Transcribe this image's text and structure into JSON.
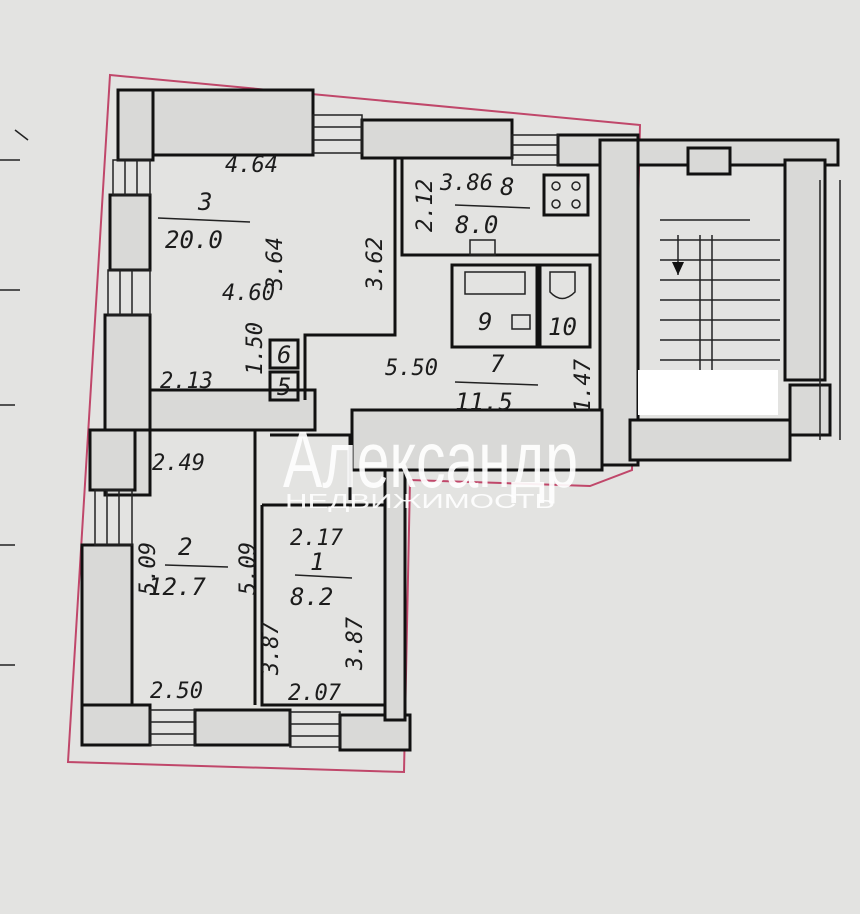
{
  "plan": {
    "rooms": [
      {
        "id": "3",
        "area": "20.0",
        "dims": [
          "4.64",
          "3.64",
          "4.60",
          "3.62",
          "1.50",
          "2.13"
        ]
      },
      {
        "id": "8",
        "area": "8.0",
        "dims": [
          "3.86",
          "2.12"
        ]
      },
      {
        "id": "9"
      },
      {
        "id": "10"
      },
      {
        "id": "7",
        "area": "11.5",
        "dims": [
          "5.50",
          "1.47"
        ]
      },
      {
        "id": "6"
      },
      {
        "id": "5"
      },
      {
        "id": "2",
        "area": "12.7",
        "dims": [
          "2.49",
          "5.09",
          "5.09",
          "2.50"
        ]
      },
      {
        "id": "1",
        "area": "8.2",
        "dims": [
          "2.17",
          "3.87",
          "3.87",
          "2.07"
        ]
      }
    ]
  },
  "watermark": {
    "title": "Александр",
    "subtitle": "НЕДВИЖИМОСТЬ"
  },
  "colors": {
    "paper": "#e3e3e1",
    "ink": "#111111",
    "boundary": "#c0476a"
  }
}
